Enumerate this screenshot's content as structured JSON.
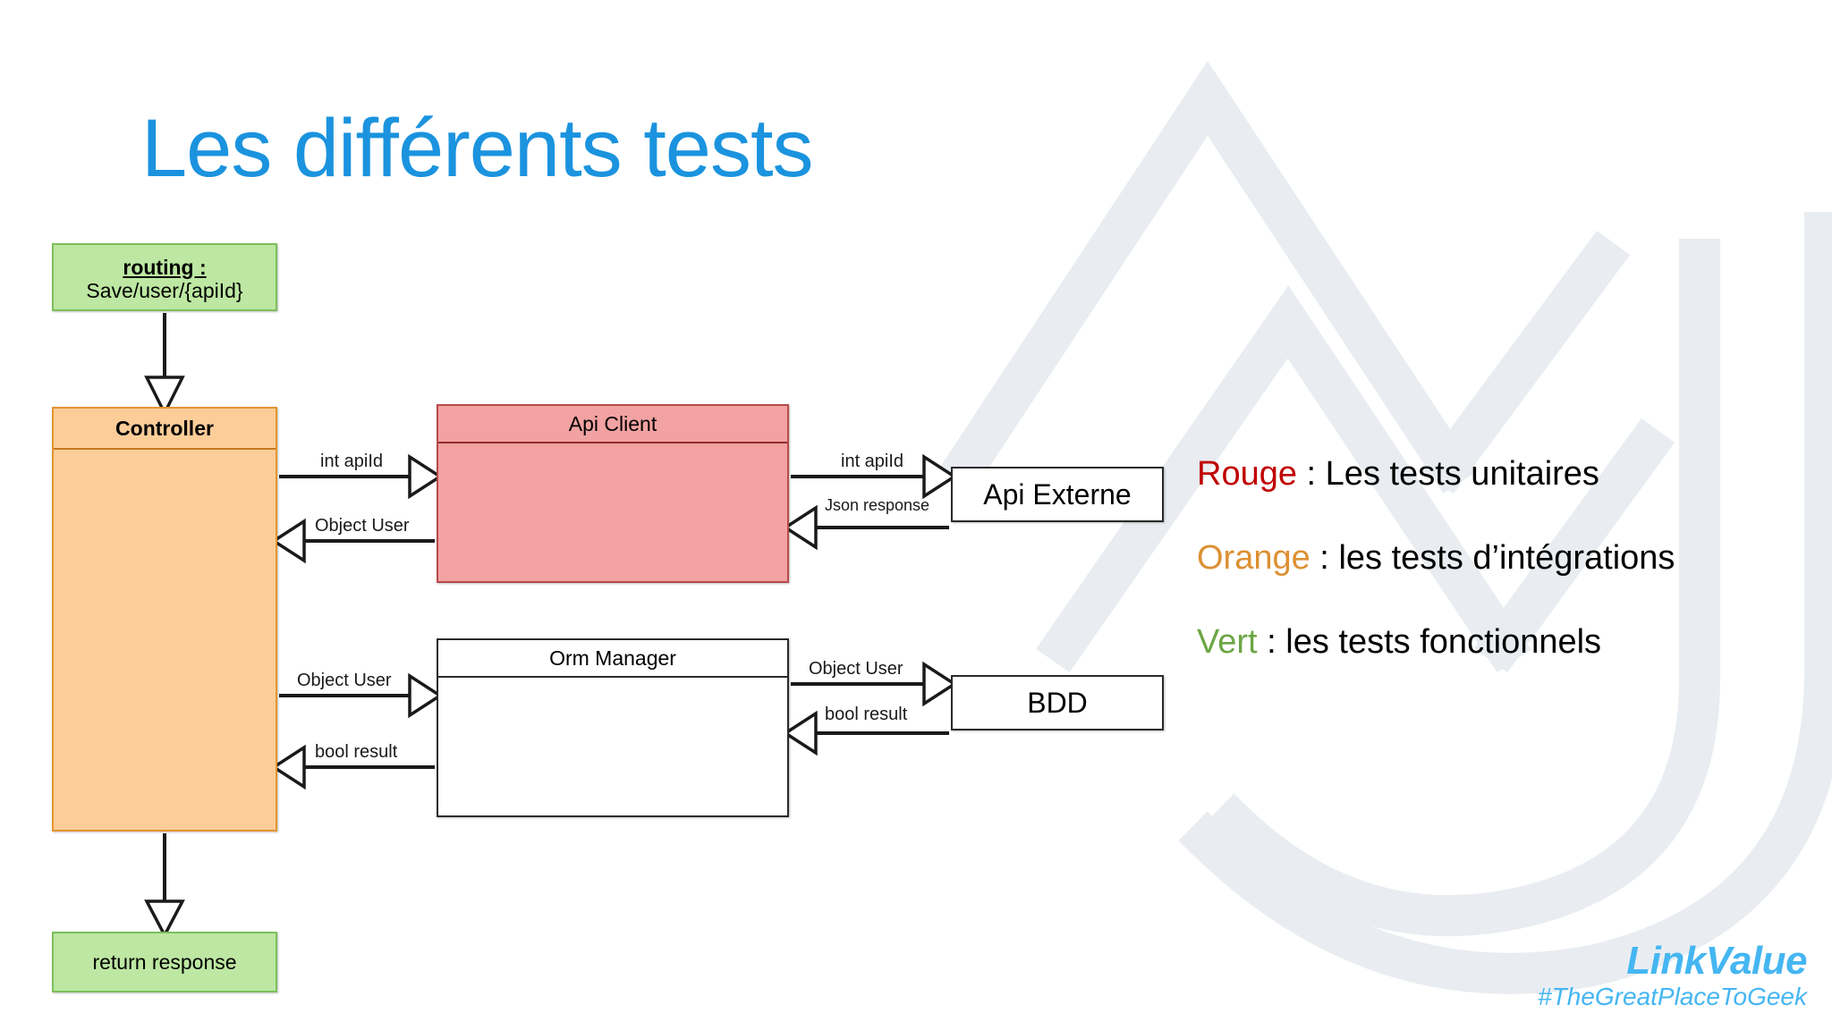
{
  "slide": {
    "title": "Les différents tests",
    "title_color": "#1B93DE",
    "background": "#FFFFFF"
  },
  "diagram": {
    "nodes": {
      "routing": {
        "label_line1": "routing :",
        "label_line2": "Save/user/{apiId}",
        "fill": "#BDE7A2",
        "stroke": "#7CBF5A"
      },
      "controller": {
        "label": "Controller",
        "fill": "#FCCD99",
        "stroke": "#E2952F"
      },
      "api_client": {
        "label": "Api Client",
        "fill": "#F2A2A2",
        "stroke": "#B64B4B"
      },
      "api_externe": {
        "label": "Api Externe",
        "fill": "#FFFFFF",
        "stroke": "#2A2A2A"
      },
      "orm_manager": {
        "label": "Orm Manager",
        "fill": "#FFFFFF",
        "stroke": "#2A2A2A"
      },
      "bdd": {
        "label": "BDD",
        "fill": "#FFFFFF",
        "stroke": "#2A2A2A"
      },
      "return_response": {
        "label": "return response",
        "fill": "#BDE7A2",
        "stroke": "#7CBF5A"
      }
    },
    "edges": {
      "controller_to_apiclient": "int apiId",
      "apiclient_to_controller": "Object User",
      "apiclient_to_apiexterne": "int apiId",
      "apiexterne_to_apiclient": "Json response",
      "controller_to_orm": "Object User",
      "orm_to_controller": "bool result",
      "orm_to_bdd": "Object User",
      "bdd_to_orm": "bool result"
    }
  },
  "legend": {
    "items": [
      {
        "keyword": "Rouge",
        "separator": " : ",
        "description": "Les tests unitaires",
        "color": "#C00000"
      },
      {
        "keyword": "Orange",
        "separator": " : ",
        "description": "les tests d’intégrations",
        "color": "#DD9033"
      },
      {
        "keyword": "Vert",
        "separator": " : ",
        "description": "les tests fonctionnels",
        "color": "#6CA644"
      }
    ]
  },
  "branding": {
    "name": "LinkValue",
    "tagline": "#TheGreatPlaceToGeek",
    "color": "#45B6F2"
  }
}
